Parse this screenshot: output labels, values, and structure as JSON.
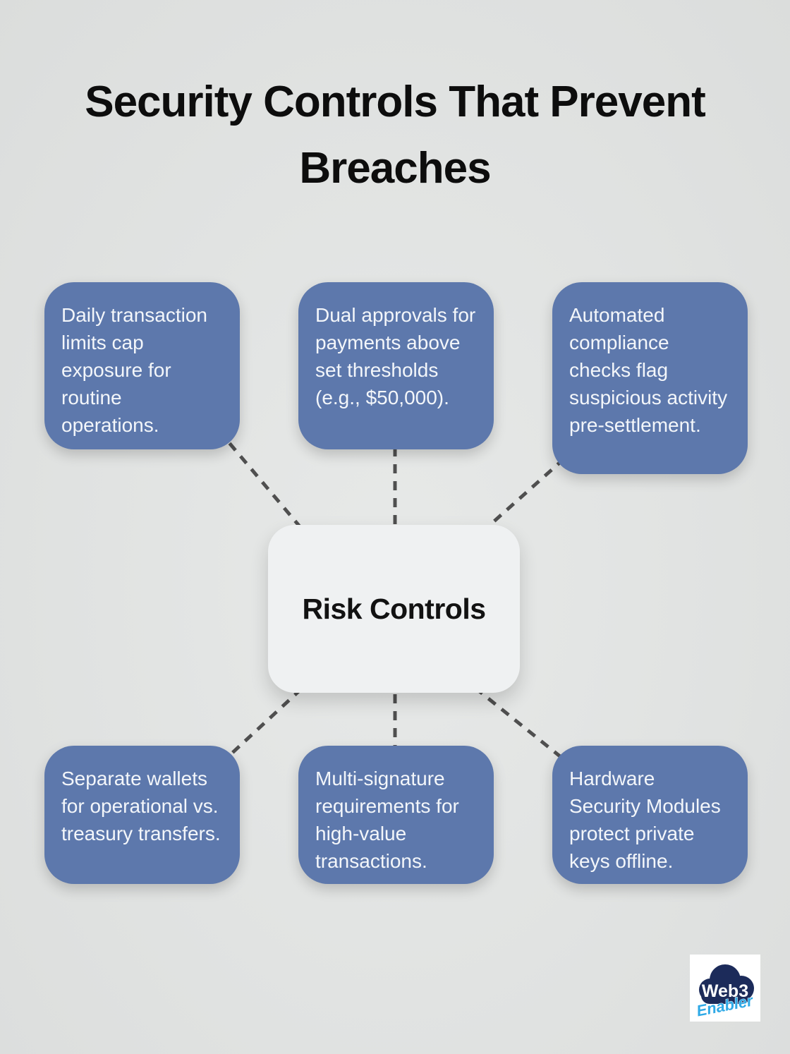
{
  "title": "Security Controls That Prevent Breaches",
  "center": {
    "label": "Risk Controls"
  },
  "nodes": [
    {
      "id": "top-left",
      "text": "Daily transaction limits cap exposure for routine operations."
    },
    {
      "id": "top-center",
      "text": "Dual approvals for payments above set thresholds (e.g., $50,000)."
    },
    {
      "id": "top-right",
      "text": "Automated compliance checks flag suspicious activity pre-settlement."
    },
    {
      "id": "bottom-left",
      "text": "Separate wallets for operational vs. treasury transfers."
    },
    {
      "id": "bottom-center",
      "text": "Multi-signature requirements for high-value transactions."
    },
    {
      "id": "bottom-right",
      "text": "Hardware Security Modules protect private keys offline."
    }
  ],
  "logo": {
    "line1": "Web3",
    "line2": "Enabler"
  },
  "colors": {
    "background": "#e0e2e1",
    "background_light": "#e7e9e8",
    "background_dark": "#dbdddc",
    "title_text": "#0d0d0d",
    "node_fill": "#5d78ac",
    "node_text": "#f3f6fa",
    "center_fill": "#eff1f2",
    "center_text": "#121212",
    "connector": "#4f4f4f",
    "logo_cloud": "#1c2b5a",
    "logo_web3": "#ffffff",
    "logo_enabler": "#2ea9e6"
  }
}
